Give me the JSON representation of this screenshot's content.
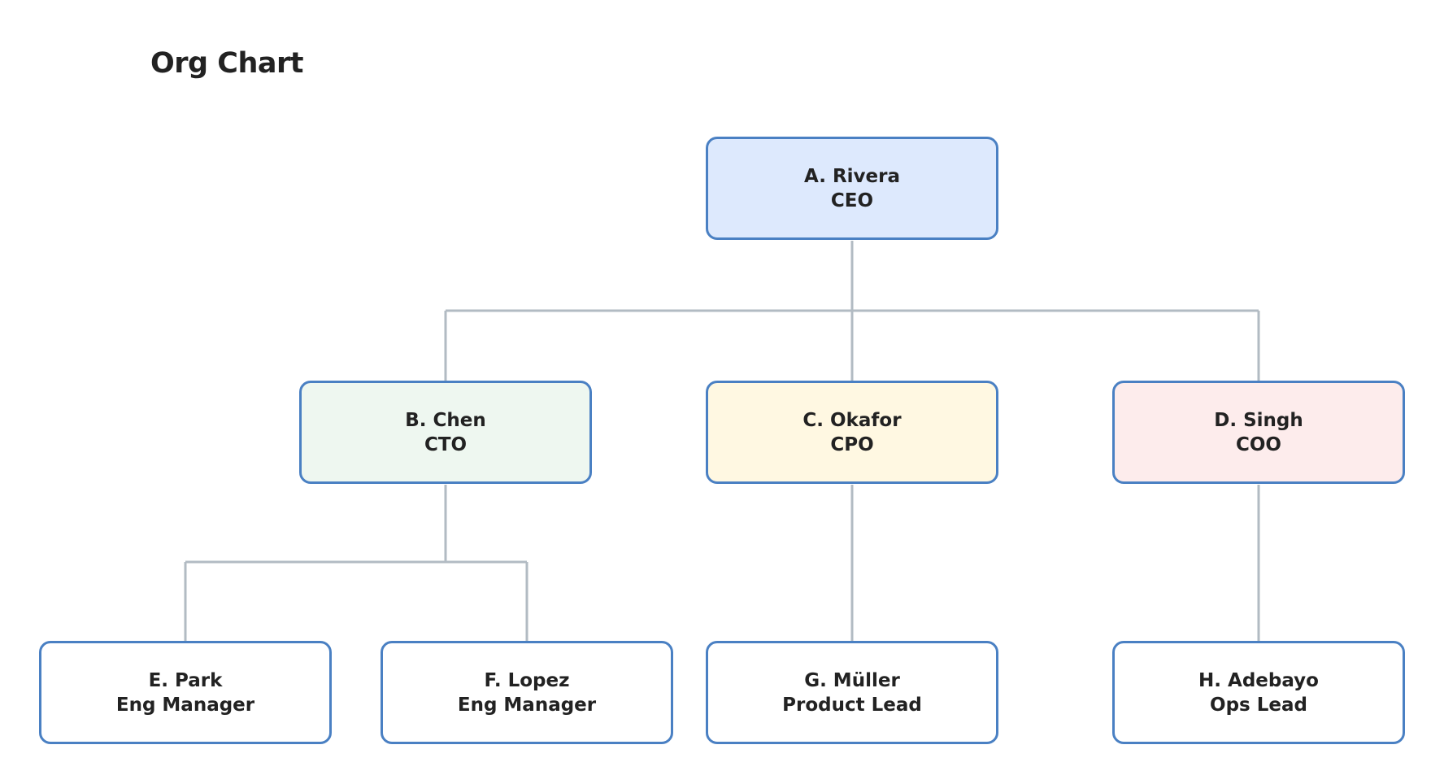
{
  "title": "Org Chart",
  "colors": {
    "border": "#4a80c3",
    "connector": "#b2bbc3",
    "text": "#222222",
    "ceo_fill": "#dde9fd",
    "cto_fill": "#eef7f0",
    "cpo_fill": "#fff8e2",
    "coo_fill": "#fdecec",
    "default_fill": "#ffffff"
  },
  "nodes": [
    {
      "id": "rivera",
      "name": "A. Rivera",
      "role": "CEO",
      "reports_to": null,
      "fill": "#dde9fd"
    },
    {
      "id": "chen",
      "name": "B. Chen",
      "role": "CTO",
      "reports_to": "rivera",
      "fill": "#eef7f0"
    },
    {
      "id": "okafor",
      "name": "C. Okafor",
      "role": "CPO",
      "reports_to": "rivera",
      "fill": "#fff8e2"
    },
    {
      "id": "singh",
      "name": "D. Singh",
      "role": "COO",
      "reports_to": "rivera",
      "fill": "#fdecec"
    },
    {
      "id": "park",
      "name": "E. Park",
      "role": "Eng Manager",
      "reports_to": "chen",
      "fill": "#ffffff"
    },
    {
      "id": "lopez",
      "name": "F. Lopez",
      "role": "Eng Manager",
      "reports_to": "chen",
      "fill": "#ffffff"
    },
    {
      "id": "muller",
      "name": "G. Müller",
      "role": "Product Lead",
      "reports_to": "okafor",
      "fill": "#ffffff"
    },
    {
      "id": "adebayo",
      "name": "H. Adebayo",
      "role": "Ops Lead",
      "reports_to": "singh",
      "fill": "#ffffff"
    }
  ]
}
